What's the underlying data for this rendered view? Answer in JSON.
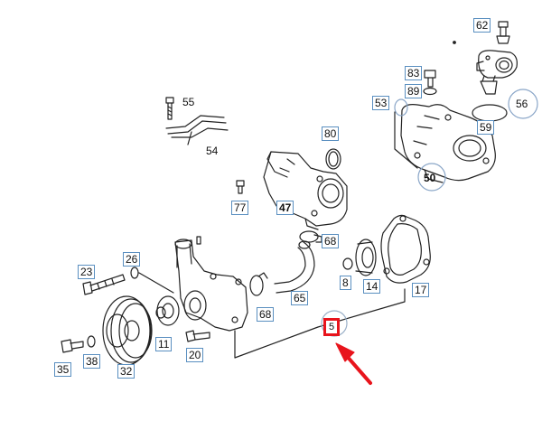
{
  "diagram": {
    "callouts": [
      {
        "id": "62",
        "label": "62"
      },
      {
        "id": "83",
        "label": "83"
      },
      {
        "id": "89",
        "label": "89"
      },
      {
        "id": "53",
        "label": "53"
      },
      {
        "id": "56",
        "label": "56"
      },
      {
        "id": "59",
        "label": "59"
      },
      {
        "id": "55",
        "label": "55"
      },
      {
        "id": "54",
        "label": "54"
      },
      {
        "id": "80",
        "label": "80"
      },
      {
        "id": "50",
        "label": "50"
      },
      {
        "id": "77",
        "label": "77"
      },
      {
        "id": "47",
        "label": "47"
      },
      {
        "id": "68a",
        "label": "68"
      },
      {
        "id": "26",
        "label": "26"
      },
      {
        "id": "23",
        "label": "23"
      },
      {
        "id": "8",
        "label": "8"
      },
      {
        "id": "14",
        "label": "14"
      },
      {
        "id": "17",
        "label": "17"
      },
      {
        "id": "65",
        "label": "65"
      },
      {
        "id": "68b",
        "label": "68"
      },
      {
        "id": "5",
        "label": "5"
      },
      {
        "id": "11",
        "label": "11"
      },
      {
        "id": "20",
        "label": "20"
      },
      {
        "id": "35",
        "label": "35"
      },
      {
        "id": "38",
        "label": "38"
      },
      {
        "id": "32",
        "label": "32"
      }
    ],
    "highlight": {
      "label": "5",
      "color": "#e8141c"
    },
    "colors": {
      "line": "#222222",
      "label_border": "#5a8fc0",
      "arrow": "#e8141c"
    }
  }
}
